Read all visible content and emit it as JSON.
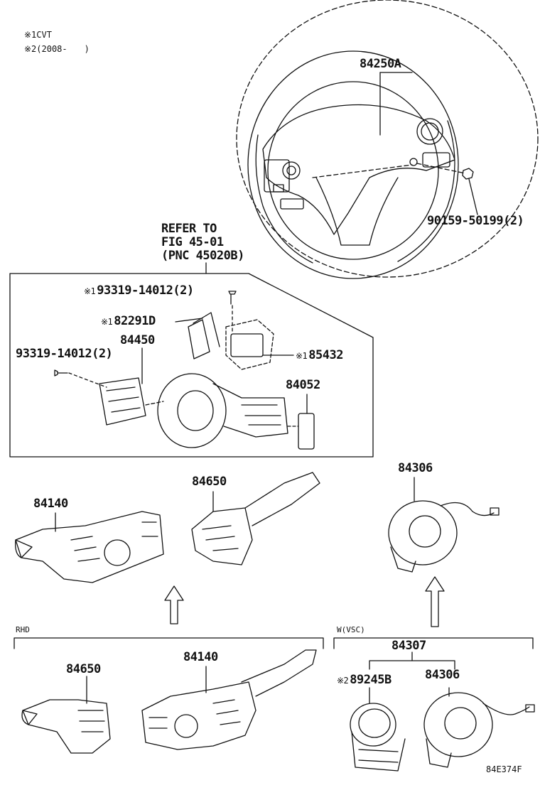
{
  "notes": [
    {
      "mark": "※1",
      "text": "CVT"
    },
    {
      "mark": "※2",
      "text": "(2008-　　)"
    }
  ],
  "labels": {
    "p84250A": "84250A",
    "p90159": "90159-50199(2)",
    "refer_line1": "REFER TO",
    "refer_line2": "FIG 45-01",
    "refer_line3": "(PNC 45020B)",
    "p93319_top": "93319-14012(2)",
    "p93319_top_mark": "※1",
    "p82291D": "82291D",
    "p82291D_mark": "※1",
    "p84450": "84450",
    "p93319_left": "93319-14012(2)",
    "p85432": "85432",
    "p85432_mark": "※1",
    "p84052": "84052",
    "p84140_upper": "84140",
    "p84650_upper": "84650",
    "p84306_upper": "84306",
    "rhd": "RHD",
    "wvsc": "W(VSC)",
    "p84307": "84307",
    "p84650_lower": "84650",
    "p84140_lower": "84140",
    "p89245B": "89245B",
    "p89245B_mark": "※2",
    "p84306_lower": "84306",
    "figure_code": "84E374F"
  },
  "colors": {
    "line": "#111111",
    "background": "#ffffff"
  }
}
